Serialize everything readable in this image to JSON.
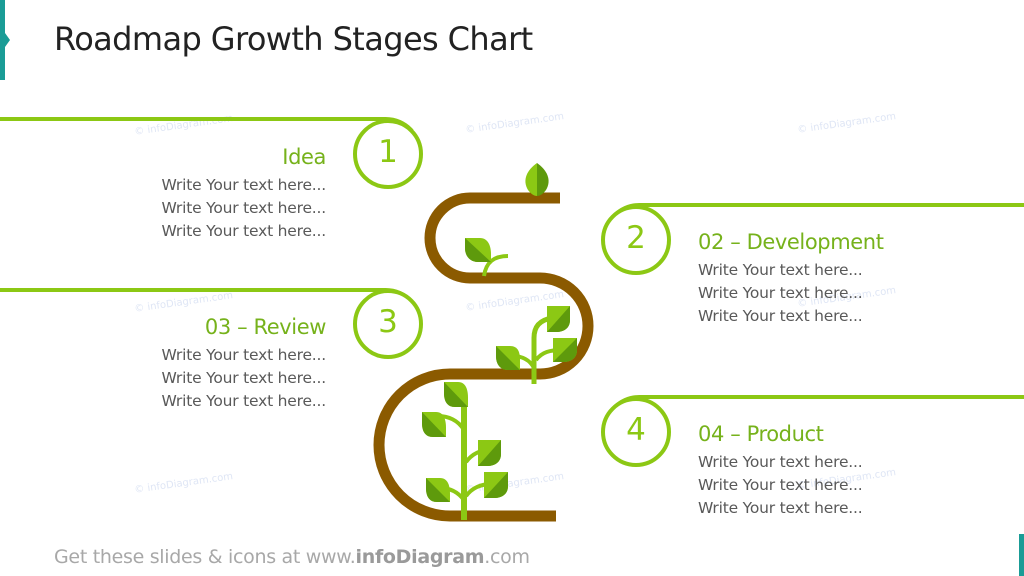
{
  "header": {
    "title": "Roadmap Growth Stages Chart"
  },
  "stages": [
    {
      "number": "1",
      "title": "Idea",
      "lines": [
        "Write Your text here...",
        "Write Your text here...",
        "Write Your text here..."
      ]
    },
    {
      "number": "2",
      "title": "02 – Development",
      "lines": [
        "Write Your text here...",
        "Write Your text here...",
        "Write Your text here..."
      ]
    },
    {
      "number": "3",
      "title": "03 – Review",
      "lines": [
        "Write Your text here...",
        "Write Your text here...",
        "Write Your text here..."
      ]
    },
    {
      "number": "4",
      "title": "04 – Product",
      "lines": [
        "Write Your text here...",
        "Write Your text here...",
        "Write Your text here..."
      ]
    }
  ],
  "footer": {
    "prefix": "Get these slides & icons at www.",
    "brand": "infoDiagram",
    "suffix": ".com"
  },
  "watermark": "© infoDiagram.com",
  "colors": {
    "accent_teal": "#1a9c96",
    "line_green": "#8cc814",
    "title_green": "#76b21b",
    "soil_brown": "#8b5a00",
    "leaf_light": "#8cc814",
    "leaf_dark": "#5e9a0c",
    "body_text": "#595959"
  }
}
